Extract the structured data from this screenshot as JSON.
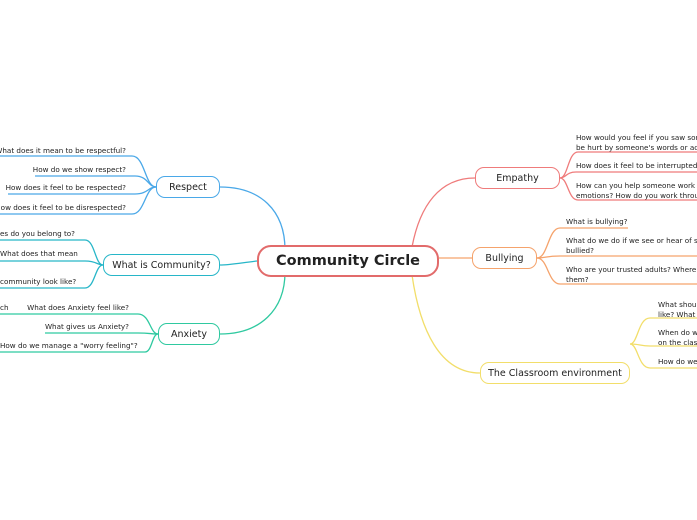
{
  "central": "Community Circle",
  "colors": {
    "central": "#e26b6b",
    "respect": "#4aa8e8",
    "community": "#27b6c8",
    "anxiety": "#2fc9a0",
    "empathy": "#ef7b7b",
    "bullying": "#f5a36c",
    "classroom": "#f2de6a"
  },
  "branches": {
    "respect": {
      "label": "Respect",
      "items": [
        "What does it mean to be respectful?",
        "How do we show respect?",
        "How does it feel to be respected?",
        "How does it feel to be disrespected?"
      ]
    },
    "community": {
      "label": "What is Community?",
      "items": [
        "es do you belong to?",
        "What does that mean",
        "community look like?"
      ]
    },
    "anxiety": {
      "label": "Anxiety",
      "fragment": "ch",
      "items": [
        "What does Anxiety feel like?",
        "What gives us Anxiety?",
        "How do we manage a \"worry feeling\"?"
      ]
    },
    "empathy": {
      "label": "Empathy",
      "items": [
        "How would you feel if you saw some",
        "be hurt by someone's words or actio",
        "How does it feel to be interrupted?",
        "How can you help someone work th",
        "emotions? How do you work through"
      ]
    },
    "bullying": {
      "label": "Bullying",
      "items": [
        "What is bullying?",
        "What do we do if we see or hear of so",
        "bullied?",
        "Who are your trusted adults? Where c",
        "them?"
      ]
    },
    "classroom": {
      "label": "The Classroom environment",
      "items": [
        "What shoul",
        "like? What s",
        "When do w",
        "on the class",
        "How do we"
      ]
    }
  }
}
